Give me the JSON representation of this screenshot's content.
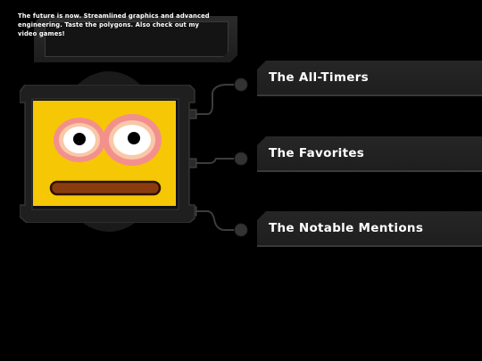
{
  "caption": {
    "text": "The future is now. Streamlined graphics and advanced engineering. Taste the polygons. Also check out my video games!"
  },
  "menu": {
    "items": [
      {
        "label": "The All-Timers"
      },
      {
        "label": "The Favorites"
      },
      {
        "label": "The Notable Mentions"
      }
    ]
  },
  "colors": {
    "background": "#000000",
    "panel": "#262626",
    "robot_face": "#f6c705",
    "eye_glow": "#f08a8a",
    "mouth": "#8b3c0f"
  }
}
